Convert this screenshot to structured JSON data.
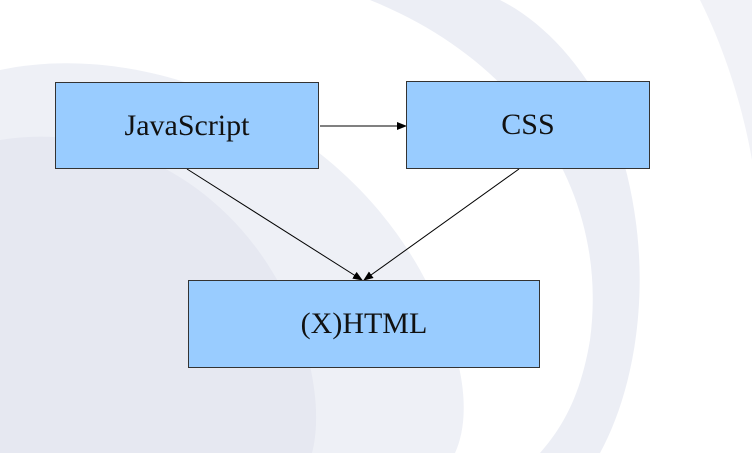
{
  "diagram": {
    "nodes": {
      "javascript": "JavaScript",
      "css": "CSS",
      "xhtml": "(X)HTML"
    },
    "edges": [
      {
        "from": "javascript",
        "to": "css"
      },
      {
        "from": "javascript",
        "to": "xhtml"
      },
      {
        "from": "css",
        "to": "xhtml"
      }
    ]
  },
  "colors": {
    "node_fill": "#99ccff",
    "node_border": "#333333",
    "edge": "#000000",
    "background": "#ffffff",
    "background_swirl": "#e9ebf3"
  }
}
